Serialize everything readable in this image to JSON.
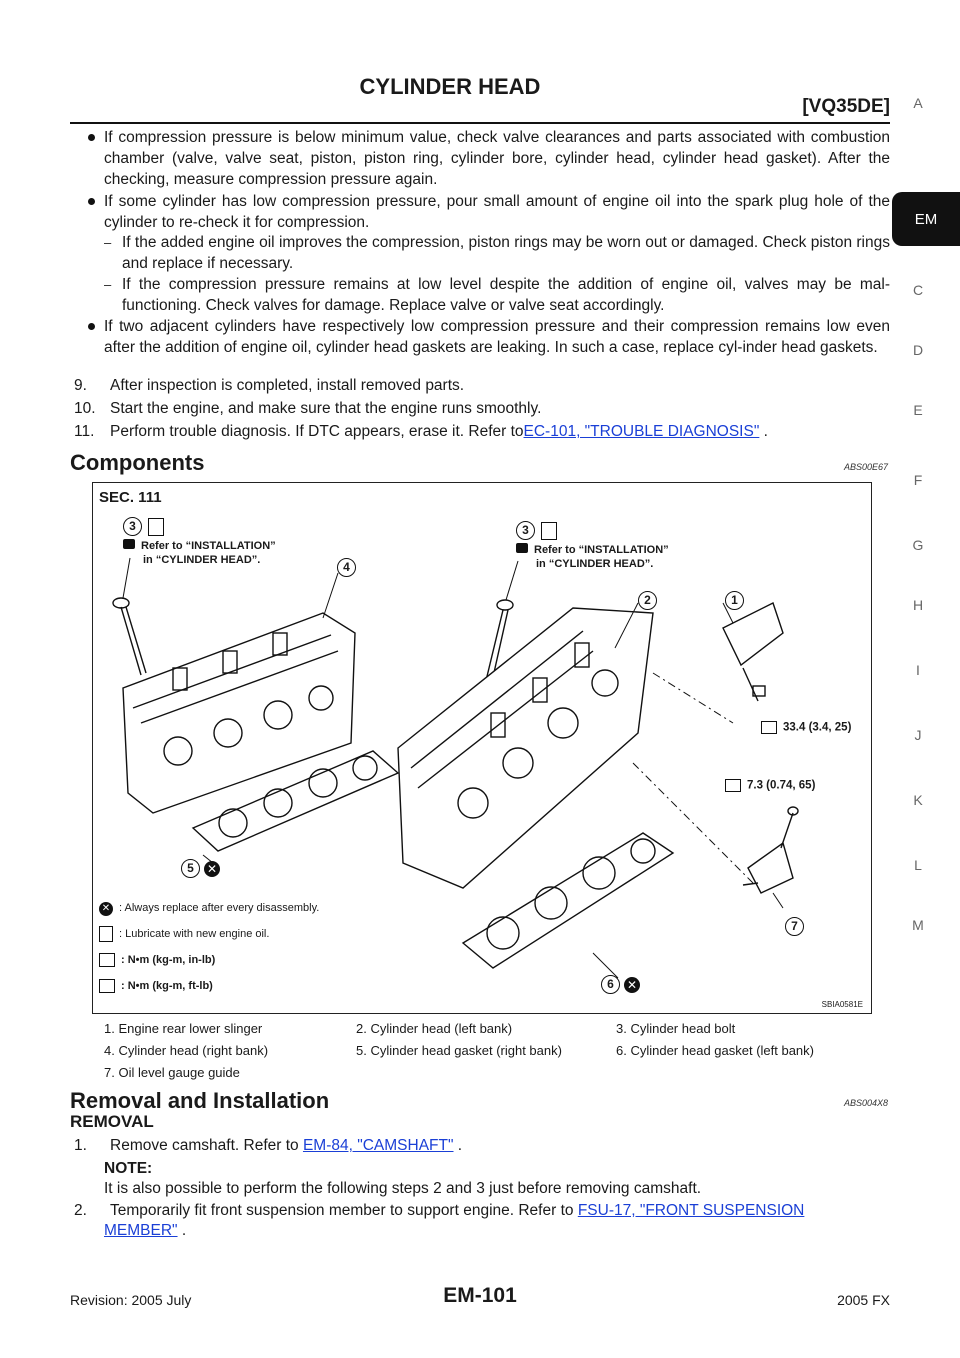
{
  "header": {
    "title": "CYLINDER HEAD",
    "model": "[VQ35DE]"
  },
  "side_tabs": [
    "A",
    "EM",
    "C",
    "D",
    "E",
    "F",
    "G",
    "H",
    "I",
    "J",
    "K",
    "L",
    "M"
  ],
  "bullets_top": [
    "If compression pressure is below minimum value, check valve clearances and parts associated with combustion chamber (valve, valve seat, piston, piston ring, cylinder bore, cylinder head, cylinder head gasket). After the checking, measure compression pressure again.",
    "If some cylinder has low compression pressure, pour small amount of engine oil into the spark plug hole of the cylinder to re-check it for compression."
  ],
  "dashes": [
    "If the added engine oil improves the compression, piston rings may be worn out or damaged. Check piston rings and replace if necessary.",
    "If the compression pressure remains at low level despite the addition of engine oil, valves may be mal-functioning. Check valves for damage. Replace valve or valve seat accordingly."
  ],
  "bullet_last": "If two adjacent cylinders have respectively low compression pressure and their compression remains low even after the addition of engine oil, cylinder head gaskets are leaking. In such a case, replace cyl-inder head gaskets.",
  "steps_top": [
    {
      "num": "9.",
      "text": "After inspection is completed, install removed parts."
    },
    {
      "num": "10.",
      "text": "Start the engine, and make sure that the engine runs smoothly."
    }
  ],
  "step11": {
    "num": "11.",
    "text": "Perform trouble diagnosis. If DTC appears, erase it. Refer to",
    "link": "EC-101, \"TROUBLE DIAGNOSIS\"",
    "tail": " ."
  },
  "components": {
    "heading": "Components",
    "tag": "ABS00E67"
  },
  "figure": {
    "sec": "SEC. 111",
    "refer_line1": "Refer to “INSTALLATION”",
    "refer_line2": "in “CYLINDER HEAD”.",
    "torque1": "33.4 (3.4, 25)",
    "torque2": "7.3 (0.74, 65)",
    "legend": [
      ": Always replace after every disassembly.",
      ": Lubricate with new engine oil.",
      ": N•m (kg-m, in-lb)",
      ": N•m (kg-m, ft-lb)"
    ],
    "code": "SBIA0581E",
    "callouts": [
      "1",
      "2",
      "3",
      "3",
      "4",
      "5",
      "6",
      "7"
    ]
  },
  "parts": [
    "1.   Engine rear lower slinger",
    "2.   Cylinder head (left bank)",
    "3.   Cylinder head bolt",
    "4.   Cylinder head (right bank)",
    "5.   Cylinder head gasket (right bank)",
    "6.   Cylinder head gasket (left bank)",
    "7.   Oil level gauge guide"
  ],
  "removal": {
    "heading": "Removal and Installation",
    "tag": "ABS004X8",
    "sub": "REMOVAL",
    "step1": {
      "num": "1.",
      "text": "Remove camshaft. Refer to ",
      "link": "EM-84, \"CAMSHAFT\"",
      "tail": " ."
    },
    "note_label": "NOTE:",
    "note_text": "It is also possible to perform the following steps 2 and 3 just before removing camshaft.",
    "step2": {
      "num": "2.",
      "text": "Temporarily fit front suspension member to support engine. Refer to ",
      "link1": "FSU-17, \"FRONT SUSPENSION",
      "link2": "MEMBER\"",
      "tail": " ."
    }
  },
  "footer": {
    "revision": "Revision: 2005 July",
    "page": "EM-101",
    "model": "2005 FX"
  }
}
